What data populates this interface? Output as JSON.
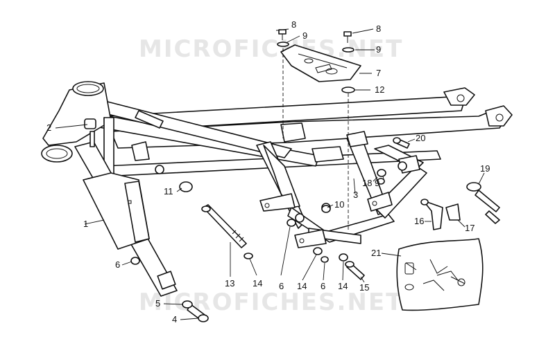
{
  "watermarks": [
    "MICROFICHES.NET",
    "MICROFICHES.NET"
  ],
  "callouts": [
    {
      "id": "c1",
      "label": "1"
    },
    {
      "id": "c2",
      "label": "2"
    },
    {
      "id": "c3",
      "label": "3"
    },
    {
      "id": "c4",
      "label": "4"
    },
    {
      "id": "c5",
      "label": "5"
    },
    {
      "id": "c6a",
      "label": "6"
    },
    {
      "id": "c6b",
      "label": "6"
    },
    {
      "id": "c6c",
      "label": "6"
    },
    {
      "id": "c7",
      "label": "7"
    },
    {
      "id": "c8a",
      "label": "8"
    },
    {
      "id": "c8b",
      "label": "8"
    },
    {
      "id": "c9a",
      "label": "9"
    },
    {
      "id": "c9b",
      "label": "9"
    },
    {
      "id": "c9c",
      "label": "9"
    },
    {
      "id": "c10",
      "label": "10"
    },
    {
      "id": "c11",
      "label": "11"
    },
    {
      "id": "c12",
      "label": "12"
    },
    {
      "id": "c13",
      "label": "13"
    },
    {
      "id": "c14a",
      "label": "14"
    },
    {
      "id": "c14b",
      "label": "14"
    },
    {
      "id": "c14c",
      "label": "14"
    },
    {
      "id": "c15",
      "label": "15"
    },
    {
      "id": "c16",
      "label": "16"
    },
    {
      "id": "c17",
      "label": "17"
    },
    {
      "id": "c18",
      "label": "18"
    },
    {
      "id": "c19",
      "label": "19"
    },
    {
      "id": "c20",
      "label": "20"
    },
    {
      "id": "c21",
      "label": "21"
    }
  ]
}
